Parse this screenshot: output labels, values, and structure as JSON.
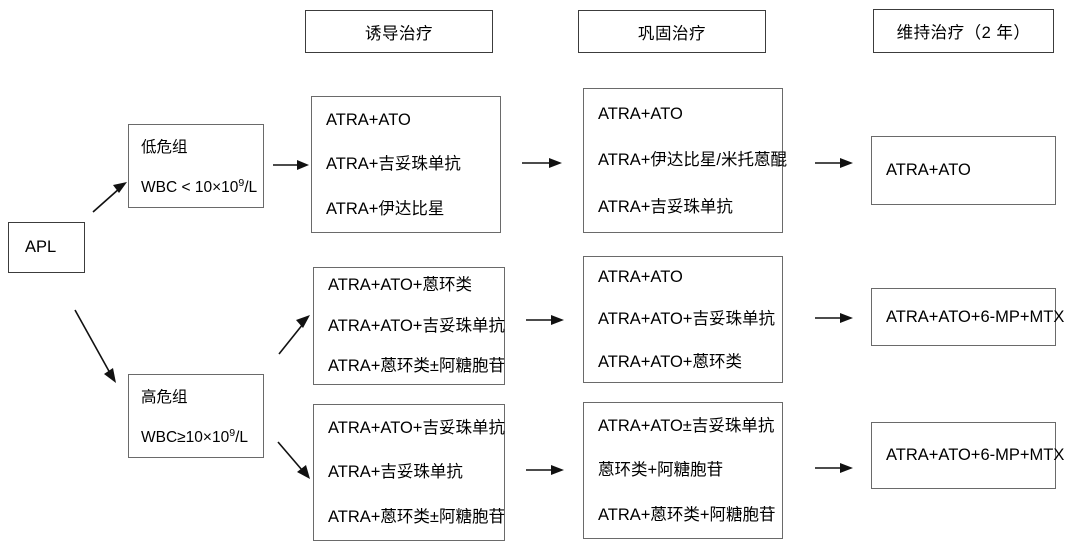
{
  "headers": [
    {
      "label": "诱导治疗"
    },
    {
      "label": "巩固治疗"
    },
    {
      "label": "维持治疗（2 年）"
    }
  ],
  "root": {
    "label": "APL"
  },
  "risk_groups": [
    {
      "name": "低危组",
      "criterion_prefix": "WBC < 10×10",
      "criterion_exp": "9",
      "criterion_suffix": "/L"
    },
    {
      "name": "高危组",
      "criterion_prefix": "WBC≥10×10",
      "criterion_exp": "9",
      "criterion_suffix": "/L"
    }
  ],
  "rows": [
    {
      "induction": [
        "ATRA+ATO",
        "ATRA+吉妥珠单抗",
        "ATRA+伊达比星"
      ],
      "consolidation": [
        "ATRA+ATO",
        "ATRA+伊达比星/米托蒽醌",
        "ATRA+吉妥珠单抗"
      ],
      "maintenance": [
        "ATRA+ATO"
      ]
    },
    {
      "induction": [
        "ATRA+ATO+蒽环类",
        "ATRA+ATO+吉妥珠单抗",
        "ATRA+蒽环类±阿糖胞苷"
      ],
      "consolidation": [
        "ATRA+ATO",
        "ATRA+ATO+吉妥珠单抗",
        " ATRA+ATO+蒽环类"
      ],
      "maintenance": [
        "ATRA+ATO+6-MP+MTX"
      ]
    },
    {
      "induction": [
        "ATRA+ATO+吉妥珠单抗",
        "ATRA+吉妥珠单抗",
        "ATRA+蒽环类±阿糖胞苷"
      ],
      "consolidation": [
        "ATRA+ATO±吉妥珠单抗",
        "蒽环类+阿糖胞苷",
        "ATRA+蒽环类+阿糖胞苷"
      ],
      "maintenance": [
        "ATRA+ATO+6-MP+MTX"
      ]
    }
  ],
  "colors": {
    "border": "#6a6a6a",
    "border_dark": "#3c3c3c",
    "text": "#000000",
    "background": "#ffffff",
    "arrow": "#111111"
  }
}
